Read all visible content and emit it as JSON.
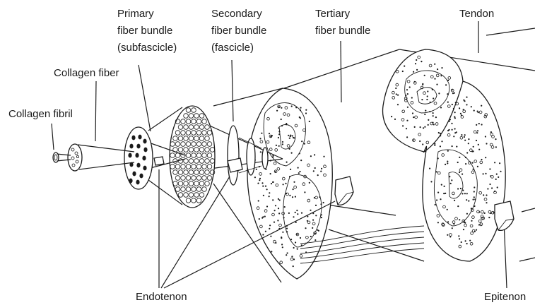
{
  "labels": {
    "collagen_fibril": "Collagen fibril",
    "collagen_fiber": "Collagen fiber",
    "primary_line1": "Primary",
    "primary_line2": "fiber bundle",
    "primary_line3": "(subfascicle)",
    "secondary_line1": "Secondary",
    "secondary_line2": "fiber bundle",
    "secondary_line3": "(fascicle)",
    "tertiary_line1": "Tertiary",
    "tertiary_line2": "fiber bundle",
    "tendon": "Tendon",
    "endotenon": "Endotenon",
    "epitenon": "Epitenon"
  },
  "colors": {
    "ink": "#1a1a1a",
    "background": "#ffffff"
  }
}
